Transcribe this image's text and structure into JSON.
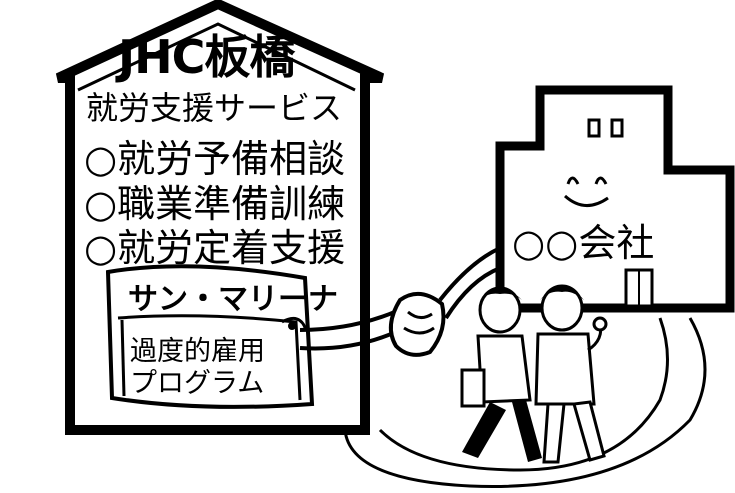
{
  "org_title": "JHC板橋",
  "services": {
    "heading": "就労支援サービス",
    "items": [
      "○就労予備相談",
      "○職業準備訓練",
      "○就労定着支援"
    ]
  },
  "program": {
    "banner": "サン・マリーナ",
    "line1": "過度的雇用",
    "line2": "プログラム"
  },
  "company": {
    "label": "○○会社"
  }
}
